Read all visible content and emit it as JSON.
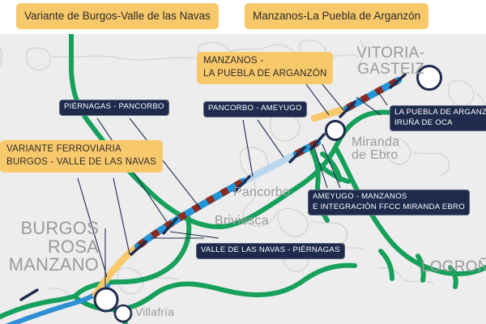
{
  "tabs": [
    {
      "label": "Variante de Burgos-Valle de las Navas"
    },
    {
      "label": "Manzanos-La Puebla de Arganzón"
    }
  ],
  "map": {
    "background_color": "#ededed",
    "colors": {
      "rail_blue": "#2196d6",
      "rail_red": "#8c2a1e",
      "rail_pale": "#bcd6ef",
      "rail_orange": "#f8c96a",
      "road_green": "#16a05c",
      "road_blue": "#2e8fd4",
      "navy": "#1e2b4d",
      "label_grey": "#9a9a9a"
    },
    "places": [
      {
        "name": "VITORIA-GASTEIZ",
        "lines": [
          "VITORIA-",
          "GASTEIZ"
        ]
      },
      {
        "name": "Miranda de Ebro",
        "lines": [
          "Miranda",
          "de Ebro"
        ]
      },
      {
        "name": "Pancorbo",
        "lines": [
          "Pancorbo"
        ]
      },
      {
        "name": "Briviesca",
        "lines": [
          "Briviesca"
        ]
      },
      {
        "name": "BURGOS ROSA MANZANO",
        "lines": [
          "BURGOS",
          "ROSA",
          "MANZANO"
        ]
      },
      {
        "name": "Villafría",
        "lines": [
          "Villafría"
        ]
      },
      {
        "name": "LOGROÑO",
        "lines": [
          "LOGROÑO"
        ]
      }
    ],
    "callouts_navy": [
      {
        "id": "piernagas-pancorbo",
        "lines": [
          "PIÉRNAGAS - PANCORBO"
        ]
      },
      {
        "id": "pancorbo-ameyugo",
        "lines": [
          "PANCORBO - AMEYUGO"
        ]
      },
      {
        "id": "la-puebla-irunia",
        "lines": [
          "LA PUEBLA DE ARGANZÓN",
          "IRUÑA DE OCA"
        ]
      },
      {
        "id": "ameyugo-manzanos",
        "lines": [
          "AMEYUGO - MANZANOS",
          "E INTEGRACIÓN FFCC MIRANDA EBRO"
        ]
      },
      {
        "id": "valle-navas-piernagas",
        "lines": [
          "VALLE DE LAS NAVAS - PIÉRNAGAS"
        ]
      }
    ],
    "callouts_orange": [
      {
        "id": "manzanos-la-puebla",
        "lines": [
          "MANZANOS -",
          "LA PUEBLA DE ARGANZÓN"
        ]
      },
      {
        "id": "variante-ferroviaria",
        "lines": [
          "VARIANTE FERROVIARIA",
          "BURGOS - VALLE DE LAS NAVAS"
        ]
      }
    ]
  }
}
